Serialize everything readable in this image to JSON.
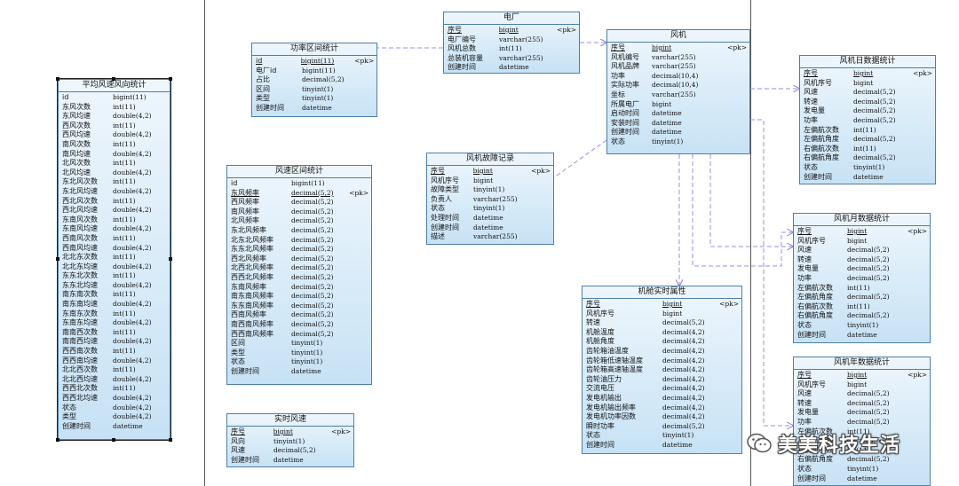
{
  "watermark": {
    "text": "美美科技生活"
  },
  "colors": {
    "entity_border": "#4f7fa6",
    "entity_fill": "#d6eaf8",
    "relation_line": "#9b8ee0"
  },
  "entities": {
    "avg_wind": {
      "title": "平均风速风向统计",
      "rows": [
        {
          "n": "id",
          "t": "bigint(11)",
          "k": ""
        },
        {
          "n": "东风次数",
          "t": "int(11)",
          "k": ""
        },
        {
          "n": "东风均速",
          "t": "double(4,2)",
          "k": ""
        },
        {
          "n": "西风次数",
          "t": "int(11)",
          "k": ""
        },
        {
          "n": "西风均速",
          "t": "double(4,2)",
          "k": ""
        },
        {
          "n": "南风次数",
          "t": "int(11)",
          "k": ""
        },
        {
          "n": "南风均速",
          "t": "double(4,2)",
          "k": ""
        },
        {
          "n": "北风次数",
          "t": "int(11)",
          "k": ""
        },
        {
          "n": "北风均速",
          "t": "double(4,2)",
          "k": ""
        },
        {
          "n": "东北风次数",
          "t": "int(11)",
          "k": ""
        },
        {
          "n": "东北风均速",
          "t": "double(4,2)",
          "k": ""
        },
        {
          "n": "西北风次数",
          "t": "int(11)",
          "k": ""
        },
        {
          "n": "西北风均速",
          "t": "double(4,2)",
          "k": ""
        },
        {
          "n": "东南风次数",
          "t": "int(11)",
          "k": ""
        },
        {
          "n": "东南风均速",
          "t": "double(4,2)",
          "k": ""
        },
        {
          "n": "西南风次数",
          "t": "int(11)",
          "k": ""
        },
        {
          "n": "西南风均速",
          "t": "double(4,2)",
          "k": ""
        },
        {
          "n": "北北东次数",
          "t": "int(11)",
          "k": ""
        },
        {
          "n": "北北东均速",
          "t": "double(4,2)",
          "k": ""
        },
        {
          "n": "东东北次数",
          "t": "int(11)",
          "k": ""
        },
        {
          "n": "东东北均速",
          "t": "double(4,2)",
          "k": ""
        },
        {
          "n": "南东南次数",
          "t": "int(11)",
          "k": ""
        },
        {
          "n": "南东南均速",
          "t": "double(4,2)",
          "k": ""
        },
        {
          "n": "东南东次数",
          "t": "int(11)",
          "k": ""
        },
        {
          "n": "东南东均速",
          "t": "double(4,2)",
          "k": ""
        },
        {
          "n": "南南西次数",
          "t": "int(11)",
          "k": ""
        },
        {
          "n": "南南西均速",
          "t": "double(4,2)",
          "k": ""
        },
        {
          "n": "西西南次数",
          "t": "int(11)",
          "k": ""
        },
        {
          "n": "西西南均速",
          "t": "double(4,2)",
          "k": ""
        },
        {
          "n": "北北西次数",
          "t": "int(11)",
          "k": ""
        },
        {
          "n": "北北西均速",
          "t": "double(4,2)",
          "k": ""
        },
        {
          "n": "西西北次数",
          "t": "int(11)",
          "k": ""
        },
        {
          "n": "西西北均速",
          "t": "double(4,2)",
          "k": ""
        },
        {
          "n": "状态",
          "t": "double(4,2)",
          "k": ""
        },
        {
          "n": "类型",
          "t": "double(4,2)",
          "k": ""
        },
        {
          "n": "创建时间",
          "t": "datetime",
          "k": ""
        }
      ]
    },
    "power_range": {
      "title": "功率区间统计",
      "rows": [
        {
          "n": "id",
          "t": "bigint(11)",
          "k": "<pk>",
          "pk": true
        },
        {
          "n": "电厂id",
          "t": "bigint(11)",
          "k": ""
        },
        {
          "n": "占比",
          "t": "decimal(5,2)",
          "k": ""
        },
        {
          "n": "区间",
          "t": "tinyint(1)",
          "k": ""
        },
        {
          "n": "类型",
          "t": "tinyint(1)",
          "k": ""
        },
        {
          "n": "创建时间",
          "t": "datetime",
          "k": ""
        }
      ]
    },
    "wind_range": {
      "title": "风速区间统计",
      "rows": [
        {
          "n": "id",
          "t": "bigint(11)",
          "k": ""
        },
        {
          "n": "东风频率",
          "t": "decimal(5,2)",
          "k": "<pk>",
          "pk": true
        },
        {
          "n": "西风频率",
          "t": "decimal(5,2)",
          "k": ""
        },
        {
          "n": "南风频率",
          "t": "decimal(5,2)",
          "k": ""
        },
        {
          "n": "北风频率",
          "t": "decimal(5,2)",
          "k": ""
        },
        {
          "n": "东北风频率",
          "t": "decimal(5,2)",
          "k": ""
        },
        {
          "n": "北东北风频率",
          "t": "decimal(5,2)",
          "k": ""
        },
        {
          "n": "东东北风频率",
          "t": "decimal(5,2)",
          "k": ""
        },
        {
          "n": "西北风频率",
          "t": "decimal(5,2)",
          "k": ""
        },
        {
          "n": "北西北风频率",
          "t": "decimal(5,2)",
          "k": ""
        },
        {
          "n": "西西北风频率",
          "t": "decimal(5,2)",
          "k": ""
        },
        {
          "n": "东南风频率",
          "t": "decimal(5,2)",
          "k": ""
        },
        {
          "n": "南东南风频率",
          "t": "decimal(5,2)",
          "k": ""
        },
        {
          "n": "东东南风频率",
          "t": "decimal(5,2)",
          "k": ""
        },
        {
          "n": "西南风频率",
          "t": "decimal(5,2)",
          "k": ""
        },
        {
          "n": "南西南风频率",
          "t": "decimal(5,2)",
          "k": ""
        },
        {
          "n": "西西南风频率",
          "t": "decimal(5,2)",
          "k": ""
        },
        {
          "n": "区间",
          "t": "tinyint(1)",
          "k": ""
        },
        {
          "n": "类型",
          "t": "tinyint(1)",
          "k": ""
        },
        {
          "n": "状态",
          "t": "tinyint(1)",
          "k": ""
        },
        {
          "n": "创建时间",
          "t": "datetime",
          "k": ""
        }
      ]
    },
    "realtime_wind": {
      "title": "实时风速",
      "rows": [
        {
          "n": "序号",
          "t": "bigint",
          "k": "<pk>",
          "pk": true
        },
        {
          "n": "风向",
          "t": "tinyint(1)",
          "k": ""
        },
        {
          "n": "风速",
          "t": "decimal(5,2)",
          "k": ""
        },
        {
          "n": "创建时间",
          "t": "datetime",
          "k": ""
        }
      ]
    },
    "plant": {
      "title": "电厂",
      "rows": [
        {
          "n": "序号",
          "t": "bigint",
          "k": "<pk>",
          "pk": true
        },
        {
          "n": "电厂编号",
          "t": "varchar(255)",
          "k": ""
        },
        {
          "n": "风机总数",
          "t": "int(11)",
          "k": ""
        },
        {
          "n": "总装机容量",
          "t": "varchar(255)",
          "k": ""
        },
        {
          "n": "创建时间",
          "t": "datetime",
          "k": ""
        }
      ]
    },
    "fault": {
      "title": "风机故障记录",
      "rows": [
        {
          "n": "序号",
          "t": "bigint",
          "k": "<pk>",
          "pk": true
        },
        {
          "n": "风机序号",
          "t": "bigint",
          "k": ""
        },
        {
          "n": "故障类型",
          "t": "tinyint(1)",
          "k": ""
        },
        {
          "n": "负责人",
          "t": "varchar(255)",
          "k": ""
        },
        {
          "n": "状态",
          "t": "tinyint(1)",
          "k": ""
        },
        {
          "n": "处理时间",
          "t": "datetime",
          "k": ""
        },
        {
          "n": "创建时间",
          "t": "datetime",
          "k": ""
        },
        {
          "n": "描述",
          "t": "varchar(255)",
          "k": ""
        }
      ]
    },
    "turbine": {
      "title": "风机",
      "rows": [
        {
          "n": "序号",
          "t": "bigint",
          "k": "<pk>",
          "pk": true
        },
        {
          "n": "风机编号",
          "t": "varchar(255)",
          "k": ""
        },
        {
          "n": "风机品牌",
          "t": "varchar(255)",
          "k": ""
        },
        {
          "n": "功率",
          "t": "decimal(10,4)",
          "k": ""
        },
        {
          "n": "实际功率",
          "t": "decimal(10,4)",
          "k": ""
        },
        {
          "n": "坐标",
          "t": "varchar(255)",
          "k": ""
        },
        {
          "n": "所属电厂",
          "t": "bigint",
          "k": ""
        },
        {
          "n": "启动时间",
          "t": "datetime",
          "k": ""
        },
        {
          "n": "安装时间",
          "t": "datetime",
          "k": ""
        },
        {
          "n": "创建时间",
          "t": "datetime",
          "k": ""
        },
        {
          "n": "状态",
          "t": "tinyint(1)",
          "k": ""
        }
      ]
    },
    "nacelle": {
      "title": "机舱实时属性",
      "rows": [
        {
          "n": "序号",
          "t": "bigint",
          "k": "<pk>",
          "pk": true
        },
        {
          "n": "风机序号",
          "t": "bigint",
          "k": ""
        },
        {
          "n": "转速",
          "t": "decimal(5,2)",
          "k": ""
        },
        {
          "n": "机舱温度",
          "t": "decimal(4,2)",
          "k": ""
        },
        {
          "n": "机舱角度",
          "t": "decimal(4,2)",
          "k": ""
        },
        {
          "n": "齿轮箱油温度",
          "t": "decimal(4,2)",
          "k": ""
        },
        {
          "n": "齿轮箱低速轴温度",
          "t": "decimal(4,2)",
          "k": ""
        },
        {
          "n": "齿轮箱高速轴温度",
          "t": "decimal(4,2)",
          "k": ""
        },
        {
          "n": "齿轮油压力",
          "t": "decimal(4,2)",
          "k": ""
        },
        {
          "n": "交流电压",
          "t": "decimal(4,2)",
          "k": ""
        },
        {
          "n": "发电机输出",
          "t": "decimal(4,2)",
          "k": ""
        },
        {
          "n": "发电机输出频率",
          "t": "decimal(4,2)",
          "k": ""
        },
        {
          "n": "发电机功率因数",
          "t": "decimal(4,2)",
          "k": ""
        },
        {
          "n": "瞬时功率",
          "t": "decimal(5,2)",
          "k": ""
        },
        {
          "n": "状态",
          "t": "tinyint(1)",
          "k": ""
        },
        {
          "n": "创建时间",
          "t": "datetime",
          "k": ""
        }
      ]
    },
    "daily": {
      "title": "风机日数据统计",
      "rows": [
        {
          "n": "序号",
          "t": "bigint",
          "k": "<pk>",
          "pk": true
        },
        {
          "n": "风机序号",
          "t": "bigint",
          "k": ""
        },
        {
          "n": "风速",
          "t": "decimal(5,2)",
          "k": ""
        },
        {
          "n": "转速",
          "t": "decimal(5,2)",
          "k": ""
        },
        {
          "n": "发电量",
          "t": "decimal(5,2)",
          "k": ""
        },
        {
          "n": "功率",
          "t": "decimal(5,2)",
          "k": ""
        },
        {
          "n": "左偏航次数",
          "t": "int(11)",
          "k": ""
        },
        {
          "n": "左偏航角度",
          "t": "decimal(5,2)",
          "k": ""
        },
        {
          "n": "右偏航次数",
          "t": "int(11)",
          "k": ""
        },
        {
          "n": "右偏航角度",
          "t": "decimal(5,2)",
          "k": ""
        },
        {
          "n": "状态",
          "t": "tinyint(1)",
          "k": ""
        },
        {
          "n": "创建时间",
          "t": "datetime",
          "k": ""
        }
      ]
    },
    "monthly": {
      "title": "风机月数据统计",
      "rows": [
        {
          "n": "序号",
          "t": "bigint",
          "k": "<pk>",
          "pk": true
        },
        {
          "n": "风机序号",
          "t": "bigint",
          "k": ""
        },
        {
          "n": "风速",
          "t": "decimal(5,2)",
          "k": ""
        },
        {
          "n": "转速",
          "t": "decimal(5,2)",
          "k": ""
        },
        {
          "n": "发电量",
          "t": "decimal(5,2)",
          "k": ""
        },
        {
          "n": "功率",
          "t": "decimal(5,2)",
          "k": ""
        },
        {
          "n": "左偏航次数",
          "t": "int(11)",
          "k": ""
        },
        {
          "n": "左偏航角度",
          "t": "decimal(5,2)",
          "k": ""
        },
        {
          "n": "右偏航次数",
          "t": "int(11)",
          "k": ""
        },
        {
          "n": "右偏航角度",
          "t": "decimal(5,2)",
          "k": ""
        },
        {
          "n": "状态",
          "t": "tinyint(1)",
          "k": ""
        },
        {
          "n": "创建时间",
          "t": "datetime",
          "k": ""
        }
      ]
    },
    "yearly": {
      "title": "风机年数据统计",
      "rows": [
        {
          "n": "序号",
          "t": "bigint",
          "k": "<pk>",
          "pk": true
        },
        {
          "n": "风机序号",
          "t": "bigint",
          "k": ""
        },
        {
          "n": "风速",
          "t": "decimal(5,2)",
          "k": ""
        },
        {
          "n": "转速",
          "t": "decimal(5,2)",
          "k": ""
        },
        {
          "n": "发电量",
          "t": "decimal(5,2)",
          "k": ""
        },
        {
          "n": "功率",
          "t": "decimal(5,2)",
          "k": ""
        },
        {
          "n": "左偏航次数",
          "t": "int(11)",
          "k": ""
        },
        {
          "n": "左偏航角度",
          "t": "decimal(5,2)",
          "k": ""
        },
        {
          "n": "右偏航次数",
          "t": "int(11)",
          "k": ""
        },
        {
          "n": "右偏航角度",
          "t": "decimal(5,2)",
          "k": ""
        },
        {
          "n": "状态",
          "t": "tinyint(1)",
          "k": ""
        },
        {
          "n": "创建时间",
          "t": "datetime",
          "k": ""
        }
      ]
    }
  }
}
